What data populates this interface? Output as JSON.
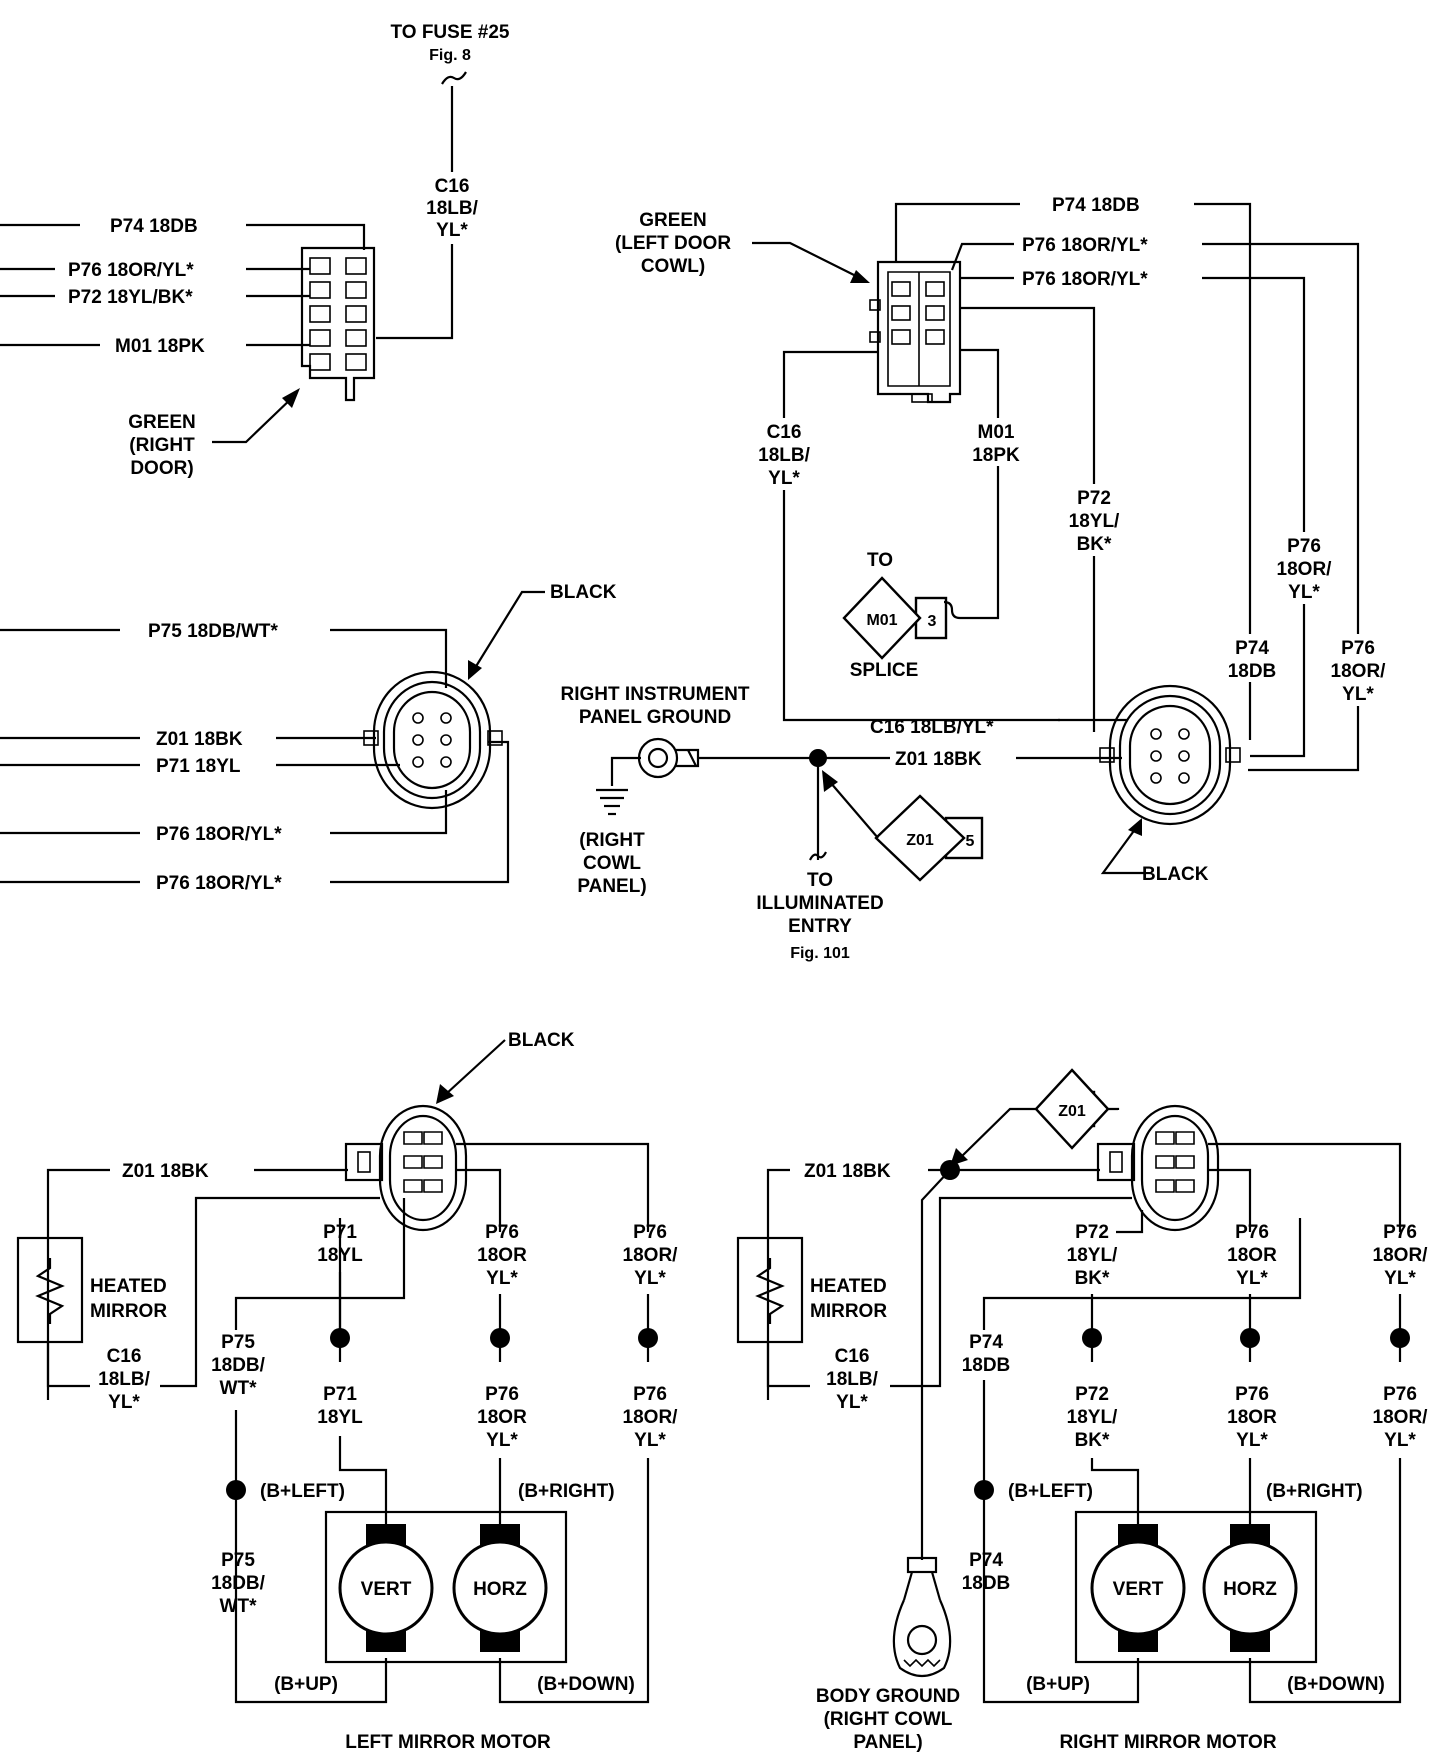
{
  "top_left": {
    "fuse_label": "TO FUSE #25",
    "fuse_fig": "Fig. 8",
    "c16_lines": [
      "C16",
      "18LB/",
      "YL*"
    ],
    "wires": [
      "P74 18DB",
      "P76 18OR/YL*",
      "P72 18YL/BK*",
      "M01 18PK"
    ],
    "connector_lines": [
      "GREEN",
      "(RIGHT",
      "DOOR)"
    ]
  },
  "top_right": {
    "connector_lines": [
      "GREEN",
      "(LEFT DOOR",
      "COWL)"
    ],
    "wires": [
      "P74 18DB",
      "P76 18OR/YL*",
      "P76 18OR/YL*"
    ],
    "c16_lines": [
      "C16",
      "18LB/",
      "YL*"
    ],
    "m01_lines": [
      "M01",
      "18PK"
    ],
    "to_label": "TO",
    "splice_label": "SPLICE",
    "splice_id": "M01",
    "splice_num": "3",
    "p72_lines": [
      "P72",
      "18YL/",
      "BK*"
    ],
    "p76_lines": [
      "P76",
      "18OR/",
      "YL*"
    ],
    "p74_lines": [
      "P74",
      "18DB"
    ],
    "p76b_lines": [
      "P76",
      "18OR/",
      "YL*"
    ]
  },
  "mid_left": {
    "black_label": "BLACK",
    "wires": [
      "P75 18DB/WT*",
      "Z01 18BK",
      "P71 18YL",
      "P76 18OR/YL*",
      "P76 18OR/YL*"
    ]
  },
  "mid_center": {
    "ground_lines": [
      "RIGHT INSTRUMENT",
      "PANEL GROUND"
    ],
    "cowl_lines": [
      "(RIGHT",
      "COWL",
      "PANEL)"
    ],
    "c16_wire": "C16 18LB/YL*",
    "z01_wire": "Z01 18BK",
    "z01_id": "Z01",
    "z01_num": "5",
    "to_lines": [
      "TO",
      "ILLUMINATED",
      "ENTRY"
    ],
    "to_fig": "Fig. 101",
    "black_label": "BLACK"
  },
  "bottom_left": {
    "black_label": "BLACK",
    "z01_wire": "Z01 18BK",
    "heated_lines": [
      "HEATED",
      "MIRROR"
    ],
    "c16_lines": [
      "C16",
      "18LB/",
      "YL*"
    ],
    "p71_top": [
      "P71",
      "18YL"
    ],
    "p76_top": [
      "P76",
      "18OR",
      "YL*"
    ],
    "p76b_top": [
      "P76",
      "18OR/",
      "YL*"
    ],
    "p75_top": [
      "P75",
      "18DB/",
      "WT*"
    ],
    "p71_bot": [
      "P71",
      "18YL"
    ],
    "p76_bot": [
      "P76",
      "18OR",
      "YL*"
    ],
    "p76b_bot": [
      "P76",
      "18OR/",
      "YL*"
    ],
    "b_left": "(B+LEFT)",
    "b_right": "(B+RIGHT)",
    "p75_bot": [
      "P75",
      "18DB/",
      "WT*"
    ],
    "vert": "VERT",
    "horz": "HORZ",
    "b_up": "(B+UP)",
    "b_down": "(B+DOWN)",
    "title": "LEFT MIRROR MOTOR"
  },
  "bottom_right": {
    "z01_id": "Z01",
    "z01_wire": "Z01 18BK",
    "heated_lines": [
      "HEATED",
      "MIRROR"
    ],
    "c16_lines": [
      "C16",
      "18LB/",
      "YL*"
    ],
    "p72_top": [
      "P72",
      "18YL/",
      "BK*"
    ],
    "p76_top": [
      "P76",
      "18OR",
      "YL*"
    ],
    "p76b_top": [
      "P76",
      "18OR/",
      "YL*"
    ],
    "p74_top": [
      "P74",
      "18DB"
    ],
    "p72_bot": [
      "P72",
      "18YL/",
      "BK*"
    ],
    "p76_bot": [
      "P76",
      "18OR",
      "YL*"
    ],
    "p76b_bot": [
      "P76",
      "18OR/",
      "YL*"
    ],
    "b_left": "(B+LEFT)",
    "b_right": "(B+RIGHT)",
    "p74_bot": [
      "P74",
      "18DB"
    ],
    "vert": "VERT",
    "horz": "HORZ",
    "b_up": "(B+UP)",
    "b_down": "(B+DOWN)",
    "ground_lines": [
      "BODY GROUND",
      "(RIGHT COWL",
      "PANEL)"
    ],
    "title": "RIGHT MIRROR MOTOR"
  }
}
